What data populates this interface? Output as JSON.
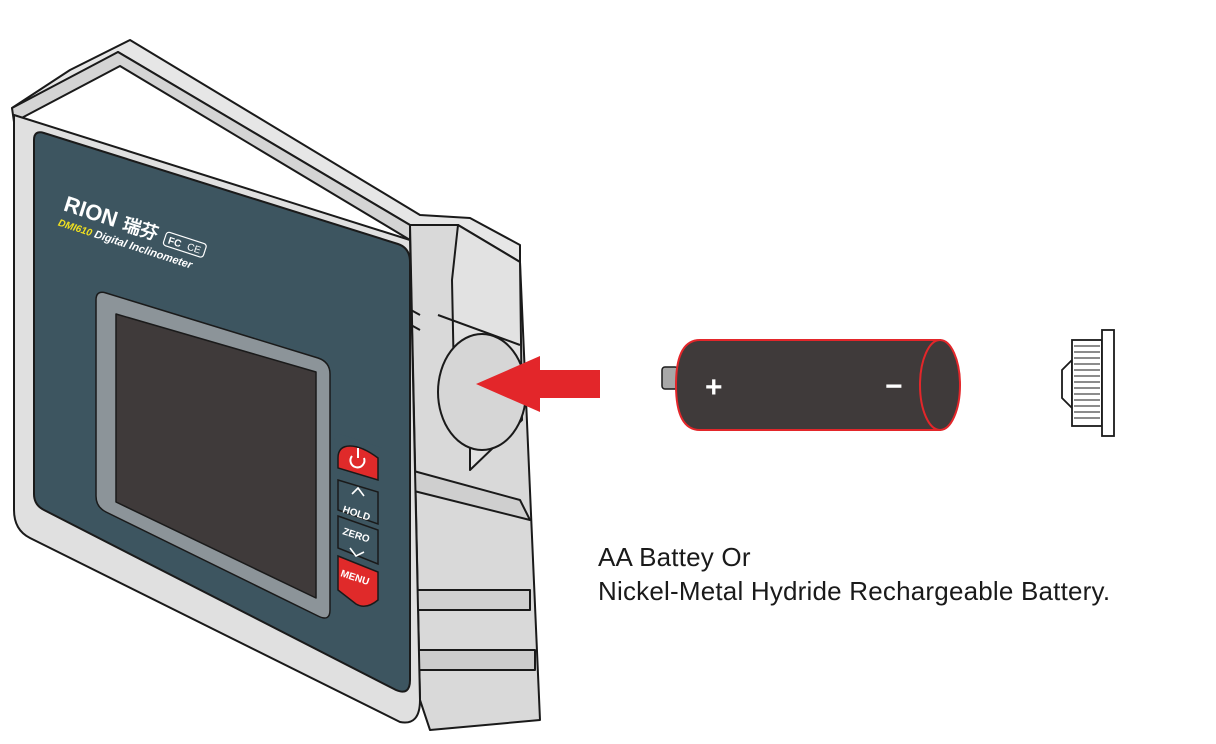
{
  "device": {
    "brand": "RION",
    "brand_chinese": "瑞芬",
    "model": "DMI610",
    "product_name": "Digital Inclinometer",
    "certification_marks": [
      "FC",
      "CE"
    ],
    "buttons": [
      {
        "name": "power",
        "icon": "power-icon",
        "label": "",
        "color": "#e02a2a"
      },
      {
        "name": "hold",
        "icon": "chevron-up-icon",
        "label": "HOLD",
        "color": "#3d5560"
      },
      {
        "name": "zero",
        "icon": "chevron-down-icon",
        "label": "ZERO",
        "color": "#3d5560"
      },
      {
        "name": "menu",
        "icon": "",
        "label": "MENU",
        "color": "#e02a2a"
      }
    ]
  },
  "battery": {
    "positive_symbol": "+",
    "negative_symbol": "−"
  },
  "caption": {
    "line1": "AA Battey Or",
    "line2": "Nickel-Metal Hydride Rechargeable Battery."
  },
  "colors": {
    "body": "#dcdcdc",
    "front_panel": "#3d5560",
    "screen": "#3f3a3a",
    "arrow": "#e3262a",
    "battery": "#3f3a3a"
  }
}
